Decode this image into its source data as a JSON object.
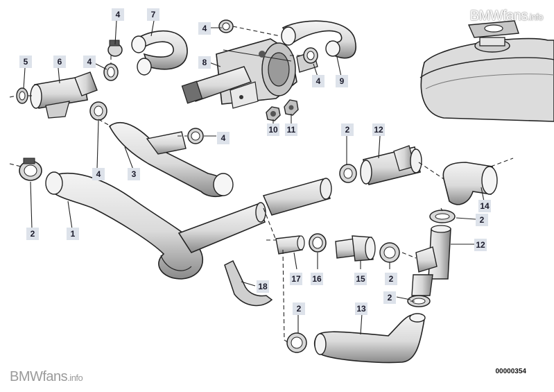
{
  "watermark": {
    "brand": "BMWfans",
    "suffix": ".info"
  },
  "diagram_code": "00000354",
  "callouts": [
    {
      "id": "c4a",
      "label": "4"
    },
    {
      "id": "c7",
      "label": "7"
    },
    {
      "id": "c4b",
      "label": "4"
    },
    {
      "id": "c5",
      "label": "5"
    },
    {
      "id": "c6",
      "label": "6"
    },
    {
      "id": "c4c",
      "label": "4"
    },
    {
      "id": "c8",
      "label": "8"
    },
    {
      "id": "c4d",
      "label": "4"
    },
    {
      "id": "c9",
      "label": "9"
    },
    {
      "id": "c10",
      "label": "10"
    },
    {
      "id": "c11",
      "label": "11"
    },
    {
      "id": "c4e",
      "label": "4"
    },
    {
      "id": "c4f",
      "label": "4"
    },
    {
      "id": "c3",
      "label": "3"
    },
    {
      "id": "c2a",
      "label": "2"
    },
    {
      "id": "c12a",
      "label": "12"
    },
    {
      "id": "c2b",
      "label": "2"
    },
    {
      "id": "c1",
      "label": "1"
    },
    {
      "id": "c14",
      "label": "14"
    },
    {
      "id": "c2c",
      "label": "2"
    },
    {
      "id": "c12b",
      "label": "12"
    },
    {
      "id": "c17",
      "label": "17"
    },
    {
      "id": "c16",
      "label": "16"
    },
    {
      "id": "c15",
      "label": "15"
    },
    {
      "id": "c2d",
      "label": "2"
    },
    {
      "id": "c18",
      "label": "18"
    },
    {
      "id": "c2e",
      "label": "2"
    },
    {
      "id": "c2f",
      "label": "2"
    },
    {
      "id": "c13",
      "label": "13"
    }
  ]
}
